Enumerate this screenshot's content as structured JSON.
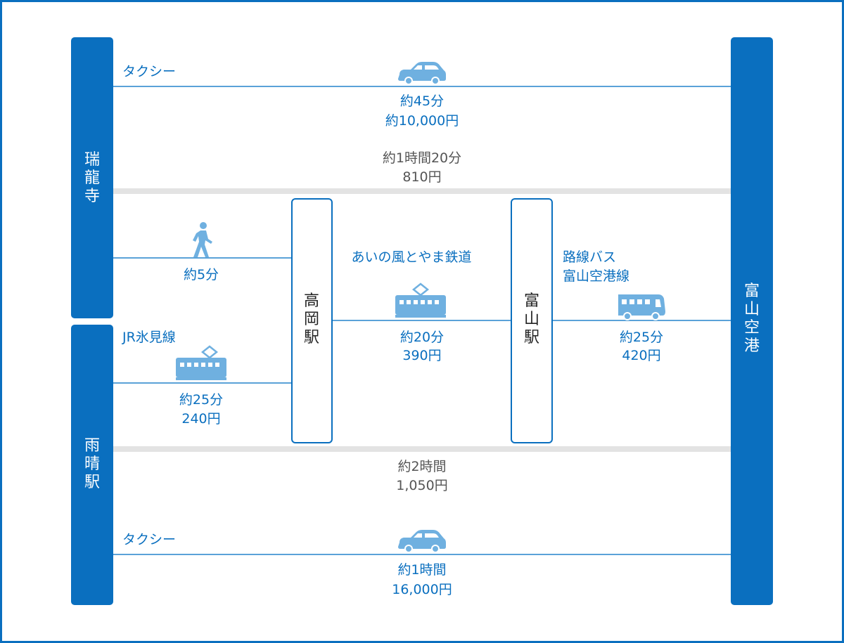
{
  "colors": {
    "primary": "#0a6fbf",
    "line": "#5aa2d8",
    "icon": "#6fb0e0",
    "separator": "#e3e3e3",
    "gray_text": "#555555"
  },
  "places": {
    "zuiryuji": [
      "瑞",
      "龍",
      "寺"
    ],
    "amaharashi": [
      "雨",
      "晴",
      "駅"
    ],
    "toyama_airport": [
      "富",
      "山",
      "空",
      "港"
    ],
    "takaoka": [
      "高",
      "岡",
      "駅"
    ],
    "toyama": [
      "富",
      "山",
      "駅"
    ]
  },
  "routes": {
    "top_taxi": {
      "mode": "タクシー",
      "time": "約45分",
      "fare": "約10,000円",
      "icon": "car-icon"
    },
    "top_total": {
      "time": "約1時間20分",
      "fare": "810円"
    },
    "walk": {
      "time": "約5分",
      "icon": "walking-person-icon"
    },
    "ainokaze": {
      "mode": "あいの風とやま鉄道",
      "time": "約20分",
      "fare": "390円",
      "icon": "train-icon"
    },
    "bus": {
      "mode_line1": "路線バス",
      "mode_line2": "富山空港線",
      "time": "約25分",
      "fare": "420円",
      "icon": "bus-icon"
    },
    "jr_himi": {
      "mode": "JR氷見線",
      "time": "約25分",
      "fare": "240円",
      "icon": "train-icon"
    },
    "bottom_total": {
      "time": "約2時間",
      "fare": "1,050円"
    },
    "bottom_taxi": {
      "mode": "タクシー",
      "time": "約1時間",
      "fare": "16,000円",
      "icon": "car-icon"
    }
  }
}
